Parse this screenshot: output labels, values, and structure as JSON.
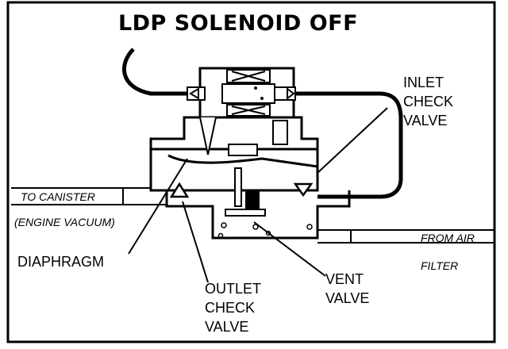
{
  "title": "LDP SOLENOID OFF",
  "labels": {
    "inlet_check_valve": [
      "INLET",
      "CHECK",
      "VALVE"
    ],
    "to_canister": "TO CANISTER",
    "engine_vacuum": "(ENGINE VACUUM)",
    "diaphragm": "DIAPHRAGM",
    "outlet_check_valve": [
      "OUTLET",
      "CHECK",
      "VALVE"
    ],
    "vent_valve": [
      "VENT",
      "VALVE"
    ],
    "from_air_filter": [
      "FROM AIR",
      "FILTER"
    ]
  }
}
